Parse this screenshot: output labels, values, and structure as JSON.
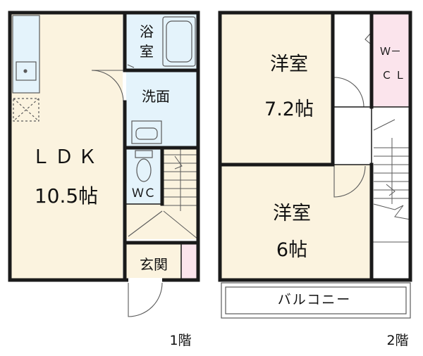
{
  "floor1": {
    "ldk_label": "ＬＤＫ",
    "ldk_size": "10.5帖",
    "bath_line1": "浴",
    "bath_line2": "室",
    "washroom": "洗面",
    "wc": "ＷＣ",
    "entrance": "玄関",
    "floor_label": "1階"
  },
  "floor2": {
    "room1_label": "洋室",
    "room1_size": "7.2帖",
    "room2_label": "洋室",
    "room2_size": "6帖",
    "wcl_line1": "Ｗ－",
    "wcl_line2": "ＣＬ",
    "balcony": "バルコニー",
    "floor_label": "2階"
  },
  "colors": {
    "ldk_fill": "#fbf3df",
    "wet_fill": "#e4f3fb",
    "closet_fill": "#fbe4ec",
    "room_fill": "#fbf3df",
    "wall": "#1a1a1a",
    "fixture": "#5a5a5a"
  }
}
